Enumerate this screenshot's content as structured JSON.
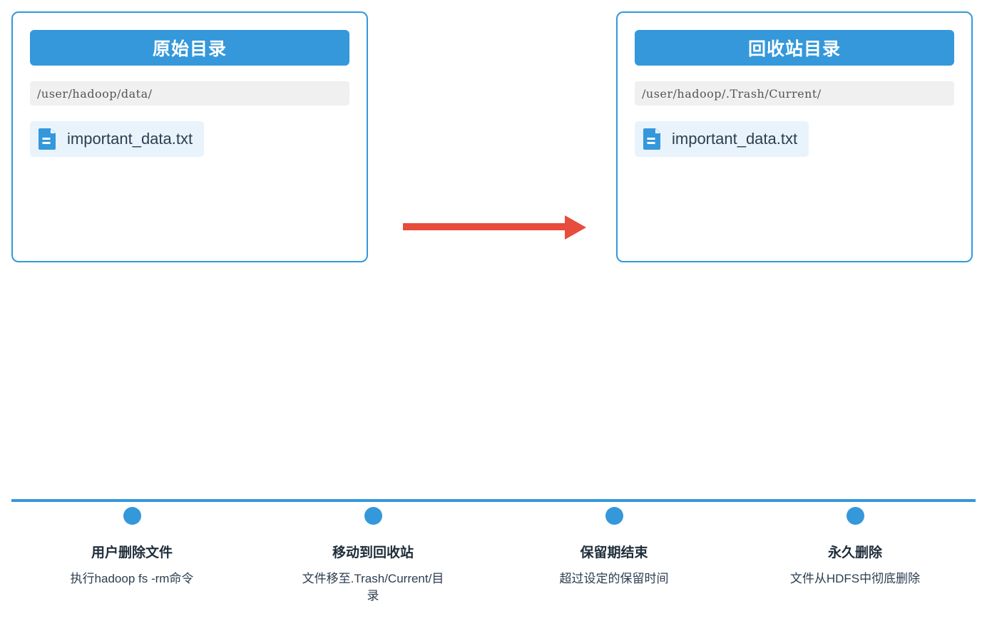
{
  "diagram": {
    "cards": [
      {
        "id": "source-directory",
        "title": "原始目录",
        "path": "/user/hadoop/data/",
        "file_name": "important_data.txt",
        "file_icon": "document-icon"
      },
      {
        "id": "trash-directory",
        "title": "回收站目录",
        "path": "/user/hadoop/.Trash/Current/",
        "file_name": "important_data.txt",
        "file_icon": "document-icon"
      }
    ],
    "arrow": {
      "icon": "right-arrow-icon",
      "color": "#e74c3c",
      "direction": "right"
    },
    "timeline": {
      "line_color": "#3498db",
      "dot_color": "#3498db",
      "steps": [
        {
          "title": "用户删除文件",
          "desc": "执行hadoop fs -rm命令"
        },
        {
          "title": "移动到回收站",
          "desc": "文件移至.Trash/Current/目录"
        },
        {
          "title": "保留期结束",
          "desc": "超过设定的保留时间"
        },
        {
          "title": "永久删除",
          "desc": "文件从HDFS中彻底删除"
        }
      ]
    },
    "colors": {
      "accent": "#3498db",
      "arrow": "#e74c3c",
      "path_bg": "#f0f0f0",
      "file_bg": "#e9f3fc",
      "text": "#2c3e50"
    }
  }
}
